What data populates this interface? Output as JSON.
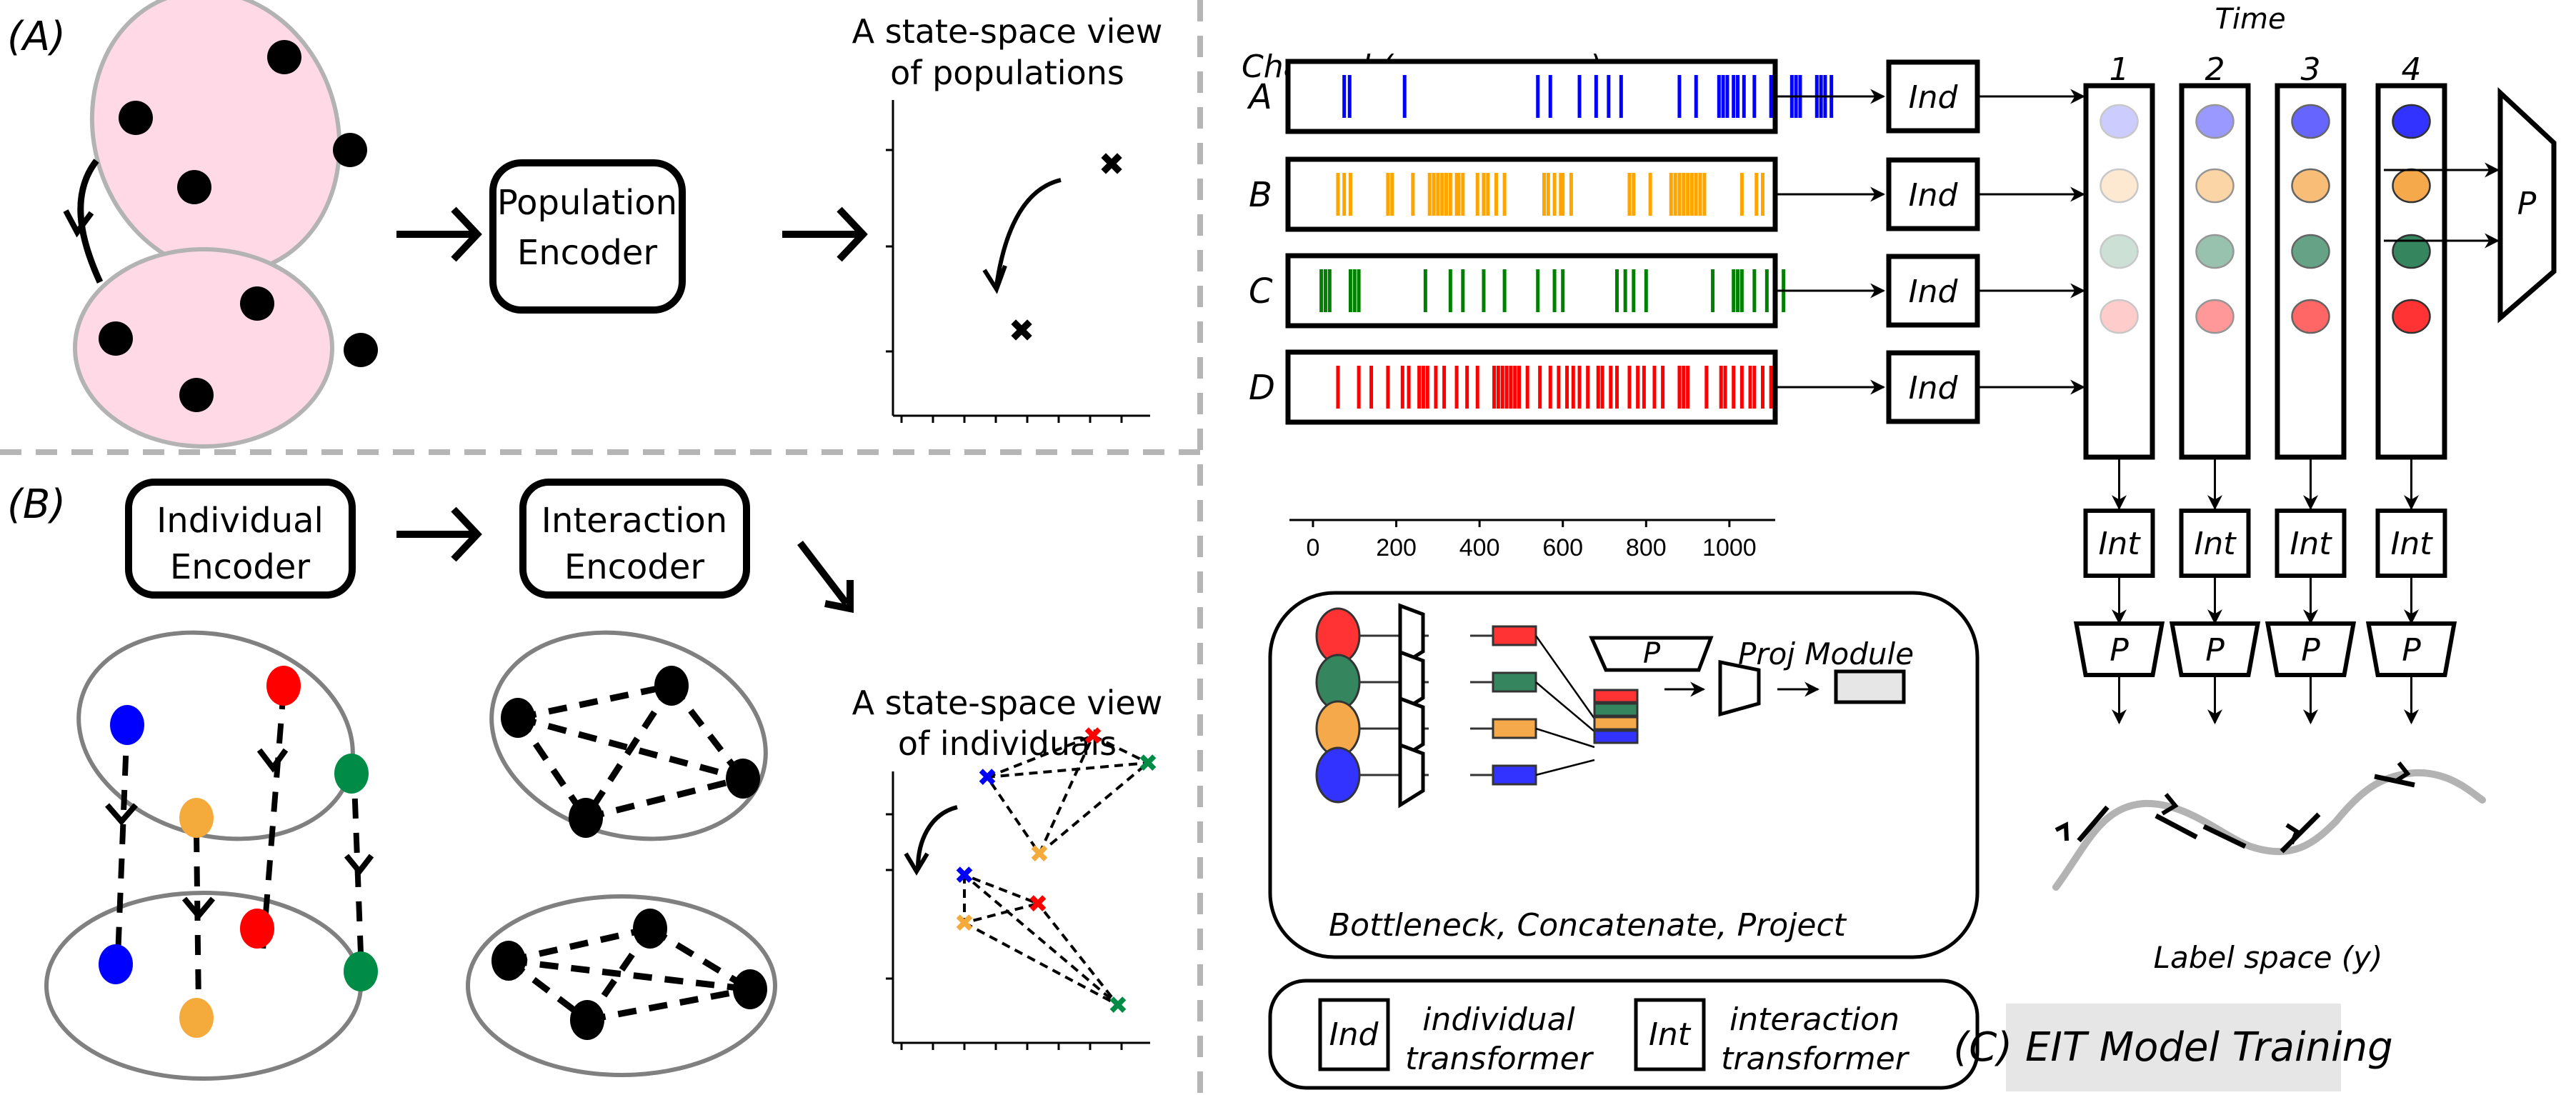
{
  "panel_a": {
    "label": "(A)",
    "encoder": [
      "Population",
      "Encoder"
    ],
    "plot_title": [
      "A state-space view",
      "of populations"
    ],
    "population_fill": "#ffd9e6"
  },
  "panel_b": {
    "label": "(B)",
    "encoder1": [
      "Individual",
      "Encoder"
    ],
    "encoder2": [
      "Interaction",
      "Encoder"
    ],
    "plot_title": [
      "A state-space view",
      "of individuals"
    ],
    "colors": {
      "blue": "#0000ff",
      "orange": "#f5ab3c",
      "red": "#ff0000",
      "green": "#008c46"
    }
  },
  "panel_c": {
    "channel_header": "Channel (e.g. neurons)",
    "channels": [
      {
        "name": "A",
        "color": "#0000ff",
        "spikes": [
          75,
          88,
          220,
          540,
          570,
          640,
          680,
          710,
          740,
          880,
          920,
          975,
          985,
          995,
          1010,
          1020,
          1035,
          1060,
          1100,
          1150,
          1160,
          1170,
          1210,
          1220,
          1230,
          1245
        ]
      },
      {
        "name": "B",
        "color": "#ffa500",
        "spikes": [
          60,
          75,
          90,
          180,
          190,
          240,
          280,
          290,
          300,
          310,
          320,
          330,
          345,
          350,
          360,
          395,
          410,
          420,
          440,
          460,
          555,
          565,
          580,
          595,
          600,
          620,
          760,
          770,
          810,
          860,
          870,
          880,
          890,
          900,
          910,
          920,
          930,
          940,
          1030,
          1065,
          1080
        ]
      },
      {
        "name": "C",
        "color": "#008000",
        "spikes": [
          20,
          30,
          40,
          90,
          100,
          110,
          270,
          330,
          360,
          410,
          460,
          540,
          580,
          600,
          730,
          750,
          770,
          800,
          960,
          1010,
          1020,
          1030,
          1060,
          1090,
          1130
        ]
      },
      {
        "name": "D",
        "color": "#ff0000",
        "spikes": [
          60,
          110,
          140,
          180,
          215,
          230,
          255,
          265,
          275,
          295,
          315,
          345,
          370,
          395,
          435,
          445,
          455,
          465,
          475,
          485,
          495,
          515,
          545,
          570,
          590,
          610,
          625,
          640,
          660,
          685,
          695,
          715,
          730,
          760,
          780,
          795,
          820,
          840,
          880,
          890,
          900,
          945,
          980,
          990,
          1010,
          1030,
          1050,
          1060,
          1080,
          1100
        ]
      }
    ],
    "x_ticks": [
      "0",
      "200",
      "400",
      "600",
      "800",
      "1000"
    ],
    "ind_label": "Ind",
    "int_label": "Int",
    "p_label": "P",
    "time_label": "Time",
    "time_steps": [
      "1",
      "2",
      "3",
      "4"
    ],
    "node_colors": {
      "blue": [
        "#ccccff",
        "#9999ff",
        "#6666ff",
        "#3333ff"
      ],
      "orange": [
        "#fde8d2",
        "#fbd5a5",
        "#f8be78",
        "#f5a94b"
      ],
      "green": [
        "#cce0d6",
        "#99c2ae",
        "#66a386",
        "#35855e"
      ],
      "red": [
        "#ffcccc",
        "#ff9999",
        "#ff6666",
        "#ff3333"
      ]
    },
    "bottleneck": {
      "proj_module": "Proj Module",
      "caption": "Bottleneck, Concatenate, Project",
      "colors": [
        "#ff3333",
        "#35855e",
        "#f5a94b",
        "#3333ff"
      ]
    },
    "legend": {
      "ind_desc": [
        "individual",
        "transformer"
      ],
      "int_desc": [
        "interaction",
        "transformer"
      ]
    },
    "label_space": "Label space (y)",
    "title": "(C) EIT Model Training"
  }
}
